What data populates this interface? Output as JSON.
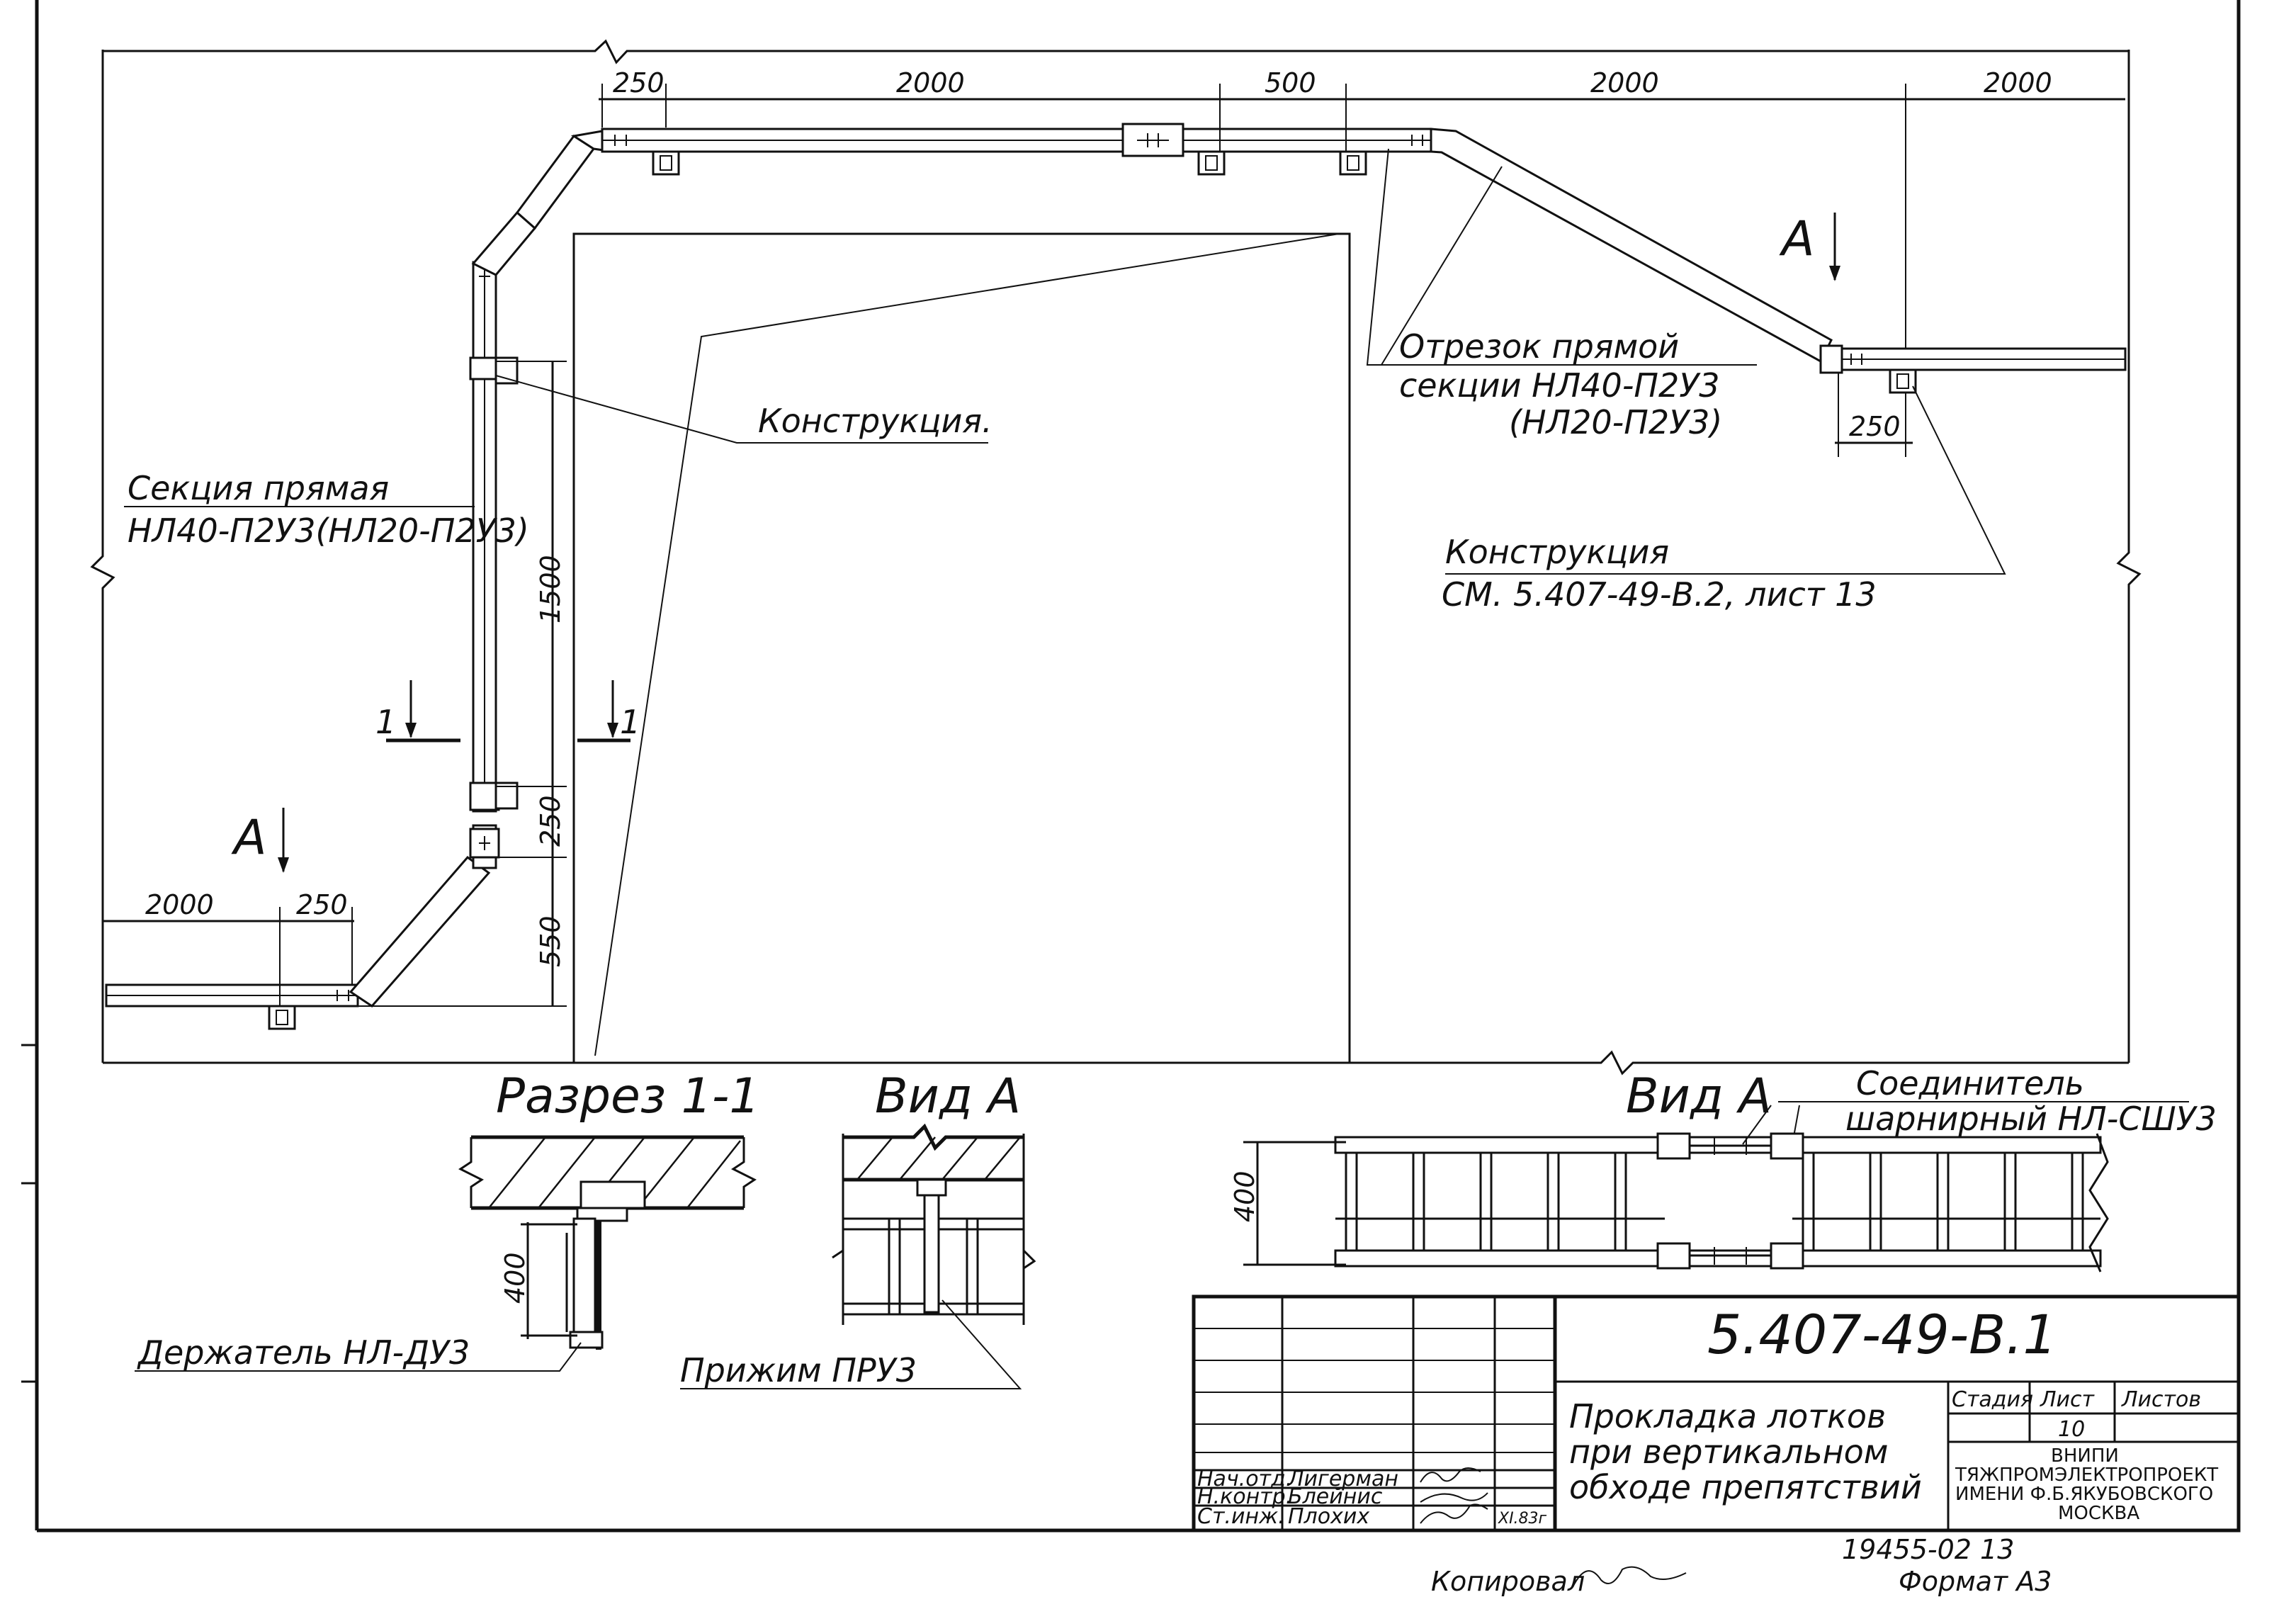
{
  "labels": {
    "konstr_top": "Конструкция.",
    "sekciya_l1": "Секция прямая",
    "sekciya_l2": "НЛ40-П2У3(НЛ20-П2У3)",
    "otrezok_l1": "Отрезок прямой",
    "otrezok_l2": "секции НЛ40-П2У3",
    "otrezok_l3": "(НЛ20-П2У3)",
    "konstr_right_l1": "Конструкция",
    "konstr_right_l2": "СМ. 5.407-49-В.2, лист 13",
    "section_mark": "1",
    "view_mark": "А",
    "section_title": "Разрез 1-1",
    "view_title_small": "Вид А",
    "view_title_big": "Вид А",
    "soedinitel_l1": "Соединитель",
    "soedinitel_l2": "шарнирный НЛ-СШУ3",
    "derzhatel": "Держатель НЛ-ДУ3",
    "prizhim": "Прижим ПРУ3"
  },
  "dimensions": {
    "top": [
      "250",
      "2000",
      "500",
      "2000",
      "2000"
    ],
    "vertical": [
      "1500",
      "250",
      "550"
    ],
    "bottom_left": [
      "2000",
      "250"
    ],
    "right_250": "250",
    "section_400": "400",
    "view_400": "400"
  },
  "title_block": {
    "doc_code": "5.407-49-В.1",
    "title_l1": "Прокладка лотков",
    "title_l2": "при вертикальном",
    "title_l3": "обходе препятствий",
    "col_stage": "Стадия",
    "col_sheet": "Лист",
    "col_sheets": "Листов",
    "sheet_no": "10",
    "org_l1": "ВНИПИ",
    "org_l2": "ТЯЖПРОМЭЛЕКТРОПРОЕКТ",
    "org_l3": "ИМЕНИ Ф.Б.ЯКУБОВСКОГО",
    "org_l4": "МОСКВА",
    "roles": [
      "Нач.отд.",
      "Н.контр.",
      "Ст.инж."
    ],
    "names": [
      "Лигерман",
      "Блейнис",
      "Плохих"
    ],
    "date": "XI.83г",
    "inv_no": "19455-02 13",
    "copied": "Копировал",
    "format": "Формат А3"
  }
}
